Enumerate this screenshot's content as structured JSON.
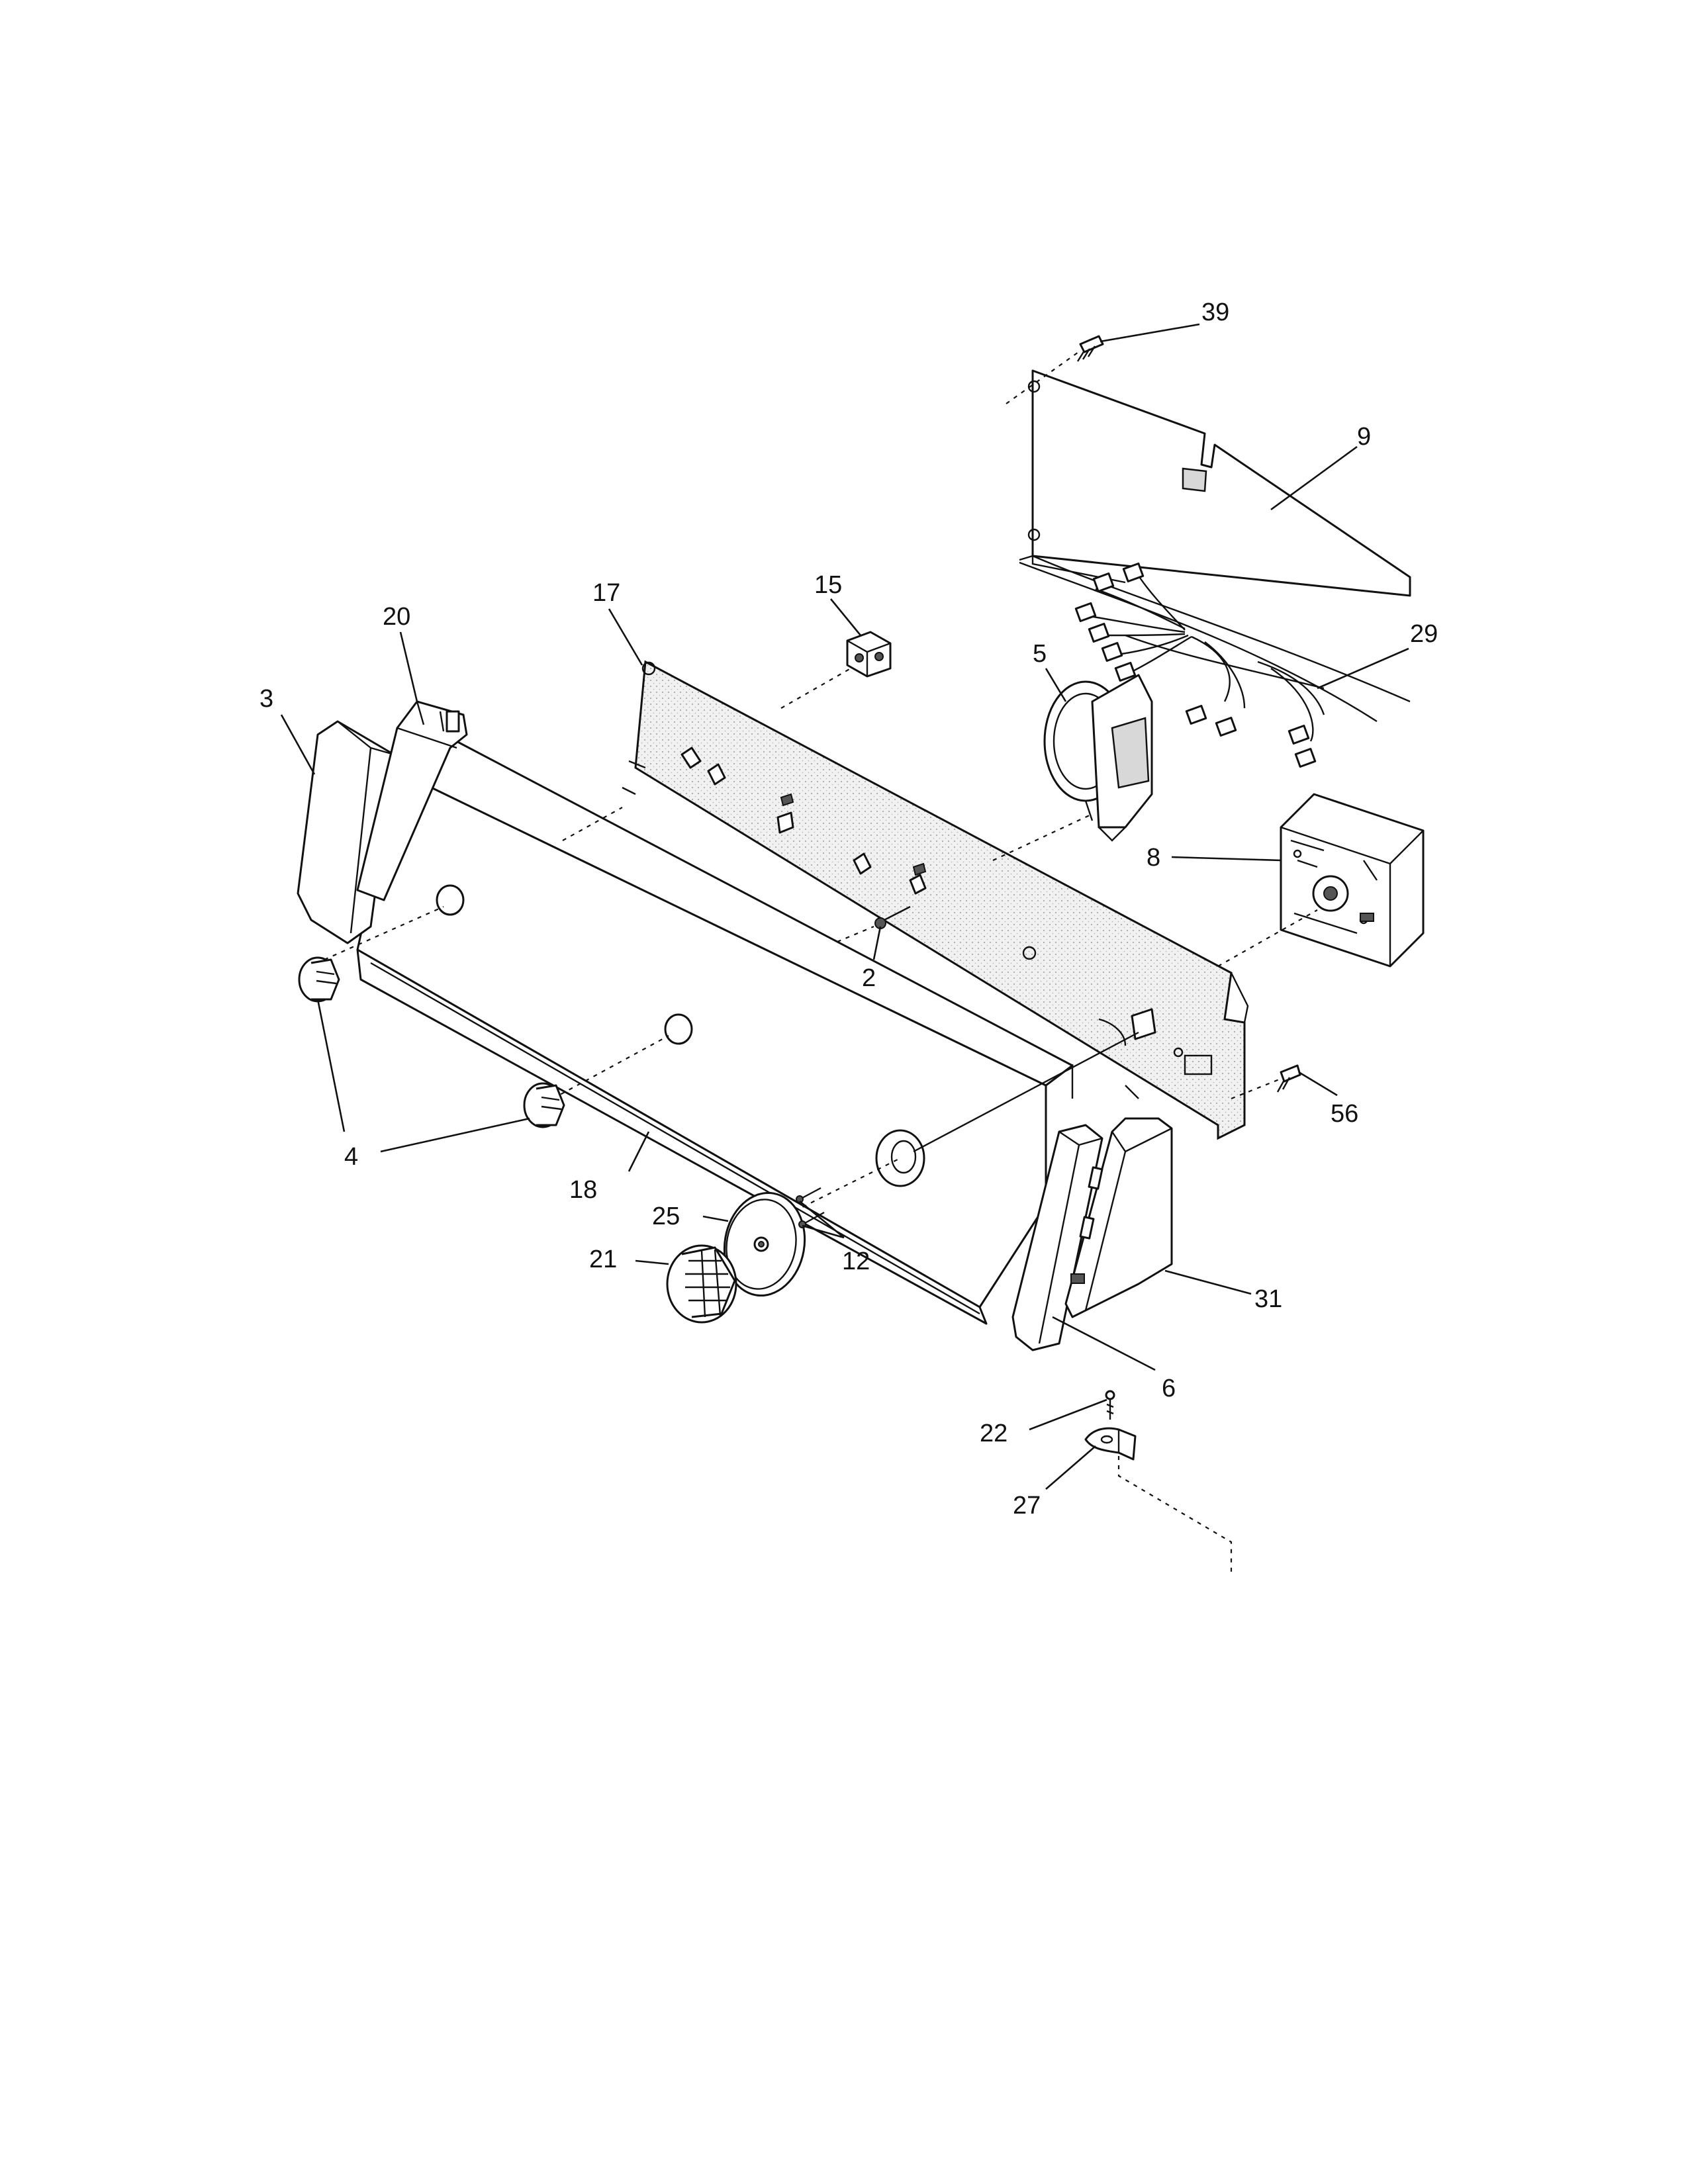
{
  "callouts": [
    {
      "id": "39",
      "text": "39"
    },
    {
      "id": "9",
      "text": "9"
    },
    {
      "id": "29",
      "text": "29"
    },
    {
      "id": "15",
      "text": "15"
    },
    {
      "id": "17",
      "text": "17"
    },
    {
      "id": "20",
      "text": "20"
    },
    {
      "id": "3",
      "text": "3"
    },
    {
      "id": "5",
      "text": "5"
    },
    {
      "id": "8",
      "text": "8"
    },
    {
      "id": "2",
      "text": "2"
    },
    {
      "id": "56",
      "text": "56"
    },
    {
      "id": "4",
      "text": "4"
    },
    {
      "id": "18",
      "text": "18"
    },
    {
      "id": "25",
      "text": "25"
    },
    {
      "id": "21",
      "text": "21"
    },
    {
      "id": "12",
      "text": "12"
    },
    {
      "id": "31",
      "text": "31"
    },
    {
      "id": "6",
      "text": "6"
    },
    {
      "id": "22",
      "text": "22"
    },
    {
      "id": "27",
      "text": "27"
    }
  ]
}
